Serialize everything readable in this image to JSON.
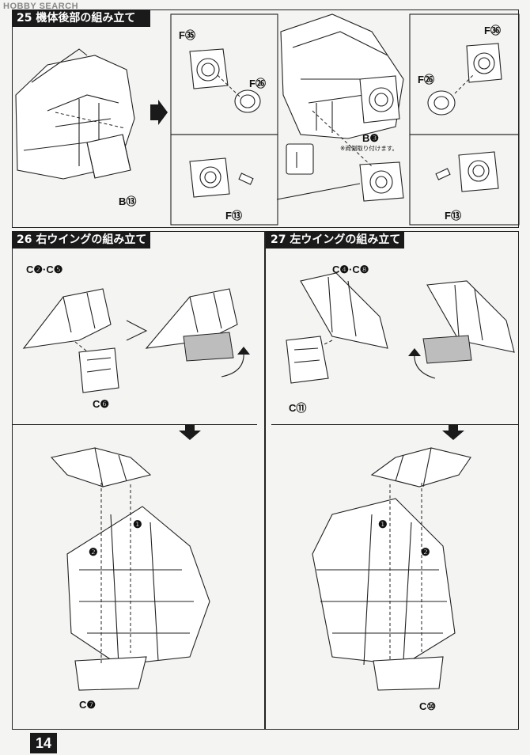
{
  "watermark": "HOBBY SEARCH",
  "page_number": "14",
  "steps": [
    {
      "title": "25 機体後部の組み立て",
      "parts": [
        "B⑬"
      ],
      "detail_parts": [
        "F㉟",
        "F㉖",
        "F⑬",
        "B❸",
        "F㊱",
        "F㉖",
        "F⑬"
      ],
      "note": "※両側取り付けます。"
    },
    {
      "title": "26 右ウイングの組み立て",
      "parts_top": "C❷·C❺",
      "part_bottom": "C❻",
      "arrow_labels": [
        "❶",
        "❷"
      ],
      "part_lower": "C❼"
    },
    {
      "title": "27 左ウイングの組み立て",
      "parts_top": "C❹·C❽",
      "part_bottom": "C⑪",
      "arrow_labels": [
        "❶",
        "❷"
      ],
      "part_lower": "C⑩"
    }
  ]
}
